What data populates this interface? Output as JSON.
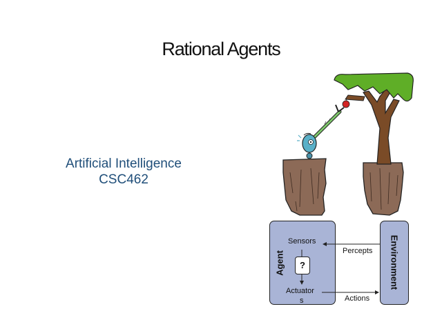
{
  "slide": {
    "title": "Rational Agents",
    "subtitle_line1": "Artificial Intelligence",
    "subtitle_line2": "CSC462"
  },
  "diagram": {
    "agent_label": "Agent",
    "environment_label": "Environment",
    "sensors_label": "Sensors",
    "actuators_label": "Actuator",
    "actuators_label_wrap": "s",
    "unknown_label": "?",
    "percepts_label": "Percepts",
    "actions_label": "Actions",
    "box_color": "#a9b4d6"
  },
  "illustration": {
    "icon": "robot-reaching-apple-illustration",
    "apple_color": "#d22424",
    "foliage_color": "#5fae27",
    "trunk_color": "#7a4b27",
    "robot_color": "#5ab0c8"
  }
}
